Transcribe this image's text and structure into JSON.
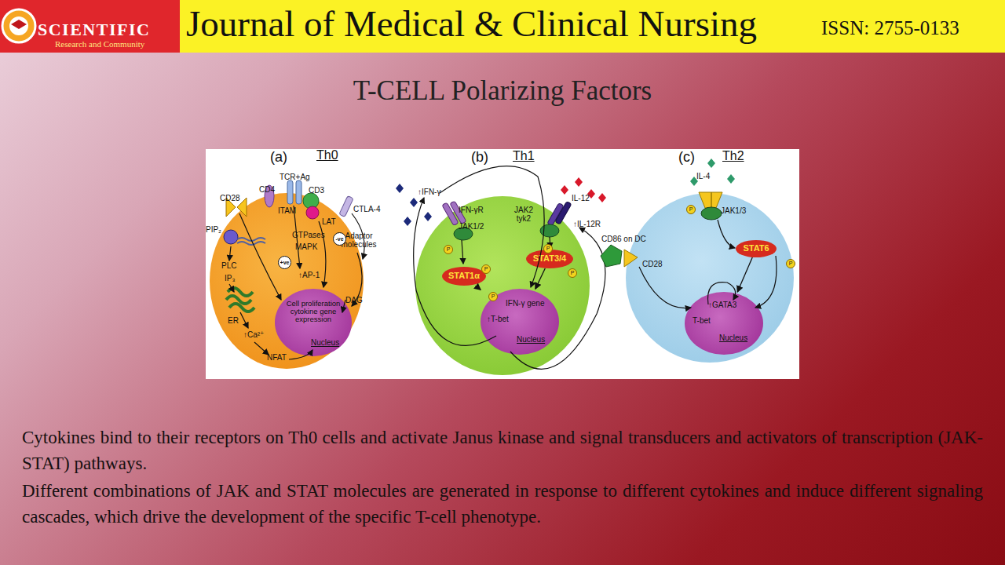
{
  "diagram": {
    "title": "T-CELL Polarizing Factors",
    "nodes": [
      {
        "text": [
          "Th0"
        ]
      },
      {
        "text": [
          "Cell proliferation cytokine gene expression",
          "Nucleus"
        ],
        "in": 0
      },
      {
        "text": [
          "Th1"
        ]
      },
      {
        "text": [
          "STAT1α"
        ],
        "in": 2
      },
      {
        "text": [
          "STAT3/4"
        ],
        "in": 2
      },
      {
        "text": [
          "IFN-γ gene",
          "↑T-bet",
          "Nucleus"
        ],
        "in": 2
      },
      {
        "text": [
          "Th2"
        ]
      },
      {
        "text": [
          "STAT6"
        ],
        "in": 6
      },
      {
        "text": [
          "↑GATA3",
          "T-bet",
          "Nucleus"
        ],
        "in": 6
      }
    ],
    "edges": [
      {
        "from": 3,
        "to": 5,
        "arrow": "to"
      },
      {
        "from": 4,
        "to": 5,
        "arrow": "to"
      },
      {
        "from": 7,
        "to": 8,
        "arrow": "to"
      }
    ],
    "labels": [
      "SCIENTIFIC",
      "Research and Community",
      "Journal of Medical & Clinical Nursing",
      "ISSN: 2755-0133",
      "(a)",
      "(b)",
      "(c)",
      "TCR+Ag",
      "CD4",
      "CD3",
      "CD28",
      "ITAM",
      "CTLA-4",
      "LAT",
      "PIP₂",
      "GTPases",
      "MAPK",
      "Adaptor molecules",
      "+ve",
      "-ve",
      "PLC",
      "IP₃",
      "↑AP-1",
      "DAG",
      "ER",
      "↑Ca²⁺",
      "NFAT",
      "↑IFN-γ",
      "IFN-γR",
      "JAK1/2",
      "JAK2 tyk2",
      "IL-12",
      "↑IL-12R",
      "IL-4",
      "JAK1/3",
      "CD86 on DC",
      "CD28",
      "P",
      "P",
      "P",
      "P",
      "P",
      "P",
      "P",
      "Cytokines bind to their receptors on Th0 cells and activate Janus kinase and signal transducers and activators of transcription (JAK-STAT) pathways.",
      "Different combinations of JAK and STAT molecules are generated in response to different cytokines and induce different signaling cascades, which drive the development of the specific T-cell phenotype."
    ]
  }
}
